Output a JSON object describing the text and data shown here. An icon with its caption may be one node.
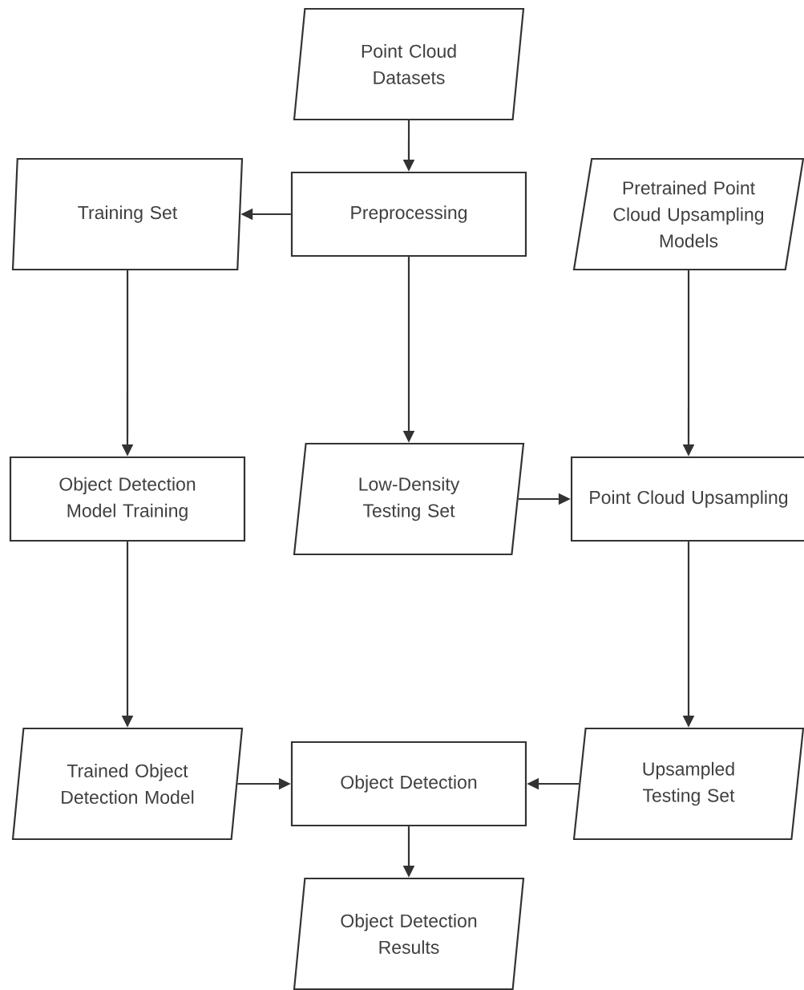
{
  "diagram": {
    "nodes": [
      {
        "text": [
          "Point Cloud Datasets"
        ]
      },
      {
        "text": [
          "Preprocessing"
        ]
      },
      {
        "text": [
          "Training Set"
        ]
      },
      {
        "text": [
          "Pretrained Point Cloud Upsampling Models"
        ]
      },
      {
        "text": [
          "Object Detection Model Training"
        ]
      },
      {
        "text": [
          "Low-Density Testing Set"
        ]
      },
      {
        "text": [
          "Point Cloud Upsampling"
        ]
      },
      {
        "text": [
          "Trained Object Detection Model"
        ]
      },
      {
        "text": [
          "Object Detection"
        ]
      },
      {
        "text": [
          "Upsampled Testing Set"
        ]
      },
      {
        "text": [
          "Object Detection Results"
        ]
      }
    ],
    "edges": [
      {
        "from": 0,
        "to": 1,
        "arrow": "to"
      },
      {
        "from": 1,
        "to": 2,
        "arrow": "to"
      },
      {
        "from": 1,
        "to": 5,
        "arrow": "to"
      },
      {
        "from": 2,
        "to": 4,
        "arrow": "to"
      },
      {
        "from": 3,
        "to": 6,
        "arrow": "to"
      },
      {
        "from": 5,
        "to": 6,
        "arrow": "to"
      },
      {
        "from": 4,
        "to": 7,
        "arrow": "to"
      },
      {
        "from": 6,
        "to": 9,
        "arrow": "to"
      },
      {
        "from": 7,
        "to": 8,
        "arrow": "to"
      },
      {
        "from": 9,
        "to": 8,
        "arrow": "to"
      },
      {
        "from": 8,
        "to": 10,
        "arrow": "to"
      }
    ]
  }
}
